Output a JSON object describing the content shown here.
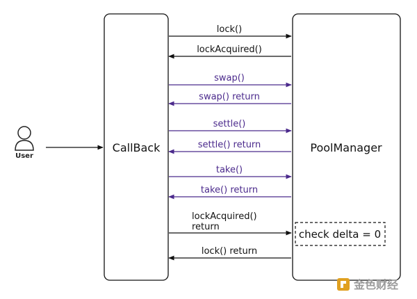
{
  "participants": {
    "user": "User",
    "callback": "CallBack",
    "pool_manager": "PoolManager"
  },
  "messages": [
    {
      "label": "lock()",
      "direction": "right",
      "color": "#111111"
    },
    {
      "label": "lockAcquired()",
      "direction": "left",
      "color": "#111111"
    },
    {
      "label": "swap()",
      "direction": "right",
      "color": "#4b2a8c"
    },
    {
      "label": "swap() return",
      "direction": "left",
      "color": "#4b2a8c"
    },
    {
      "label": "settle()",
      "direction": "right",
      "color": "#4b2a8c"
    },
    {
      "label": "settle() return",
      "direction": "left",
      "color": "#4b2a8c"
    },
    {
      "label": "take()",
      "direction": "right",
      "color": "#4b2a8c"
    },
    {
      "label": "take() return",
      "direction": "left",
      "color": "#4b2a8c"
    },
    {
      "label": "lockAcquired()",
      "label_line2": "return",
      "direction": "right",
      "color": "#111111"
    },
    {
      "label": "lock() return",
      "direction": "left",
      "color": "#111111"
    }
  ],
  "check_note": "check delta = 0",
  "watermark": "金色财经",
  "colors": {
    "black_arrow": "#111111",
    "purple_arrow": "#4b2a8c",
    "watermark_gold": "#e0a020"
  }
}
